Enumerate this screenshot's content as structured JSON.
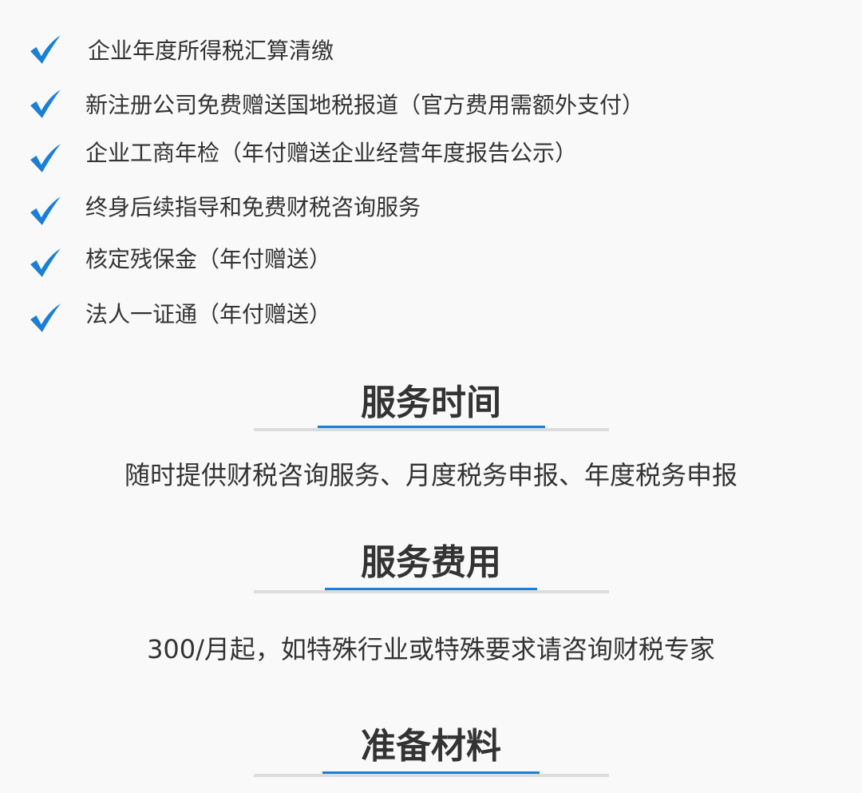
{
  "checklist": [
    {
      "icon": "check-icon",
      "label": "企业年度所得税汇算清缴"
    },
    {
      "icon": "check-icon",
      "label": "新注册公司免费赠送国地税报道（官方费用需额外支付）"
    },
    {
      "icon": "check-icon",
      "label": "企业工商年检（年付赠送企业经营年度报告公示）"
    },
    {
      "icon": "check-icon",
      "label": "终身后续指导和免费财税咨询服务"
    },
    {
      "icon": "check-icon",
      "label": "核定残保金（年付赠送）"
    },
    {
      "icon": "check-icon",
      "label": "法人一证通（年付赠送）"
    }
  ],
  "sections": [
    {
      "title": "服务时间",
      "body": "随时提供财税咨询服务、月度税务申报、年度税务申报"
    },
    {
      "title": "服务费用",
      "body": "300/月起，如特殊行业或特殊要求请咨询财税专家"
    },
    {
      "title": "准备材料"
    }
  ],
  "colors": {
    "accent": "#1a7fd6",
    "text": "#333333",
    "divider": "#dcdcdc",
    "background": "#f9f9f9"
  }
}
